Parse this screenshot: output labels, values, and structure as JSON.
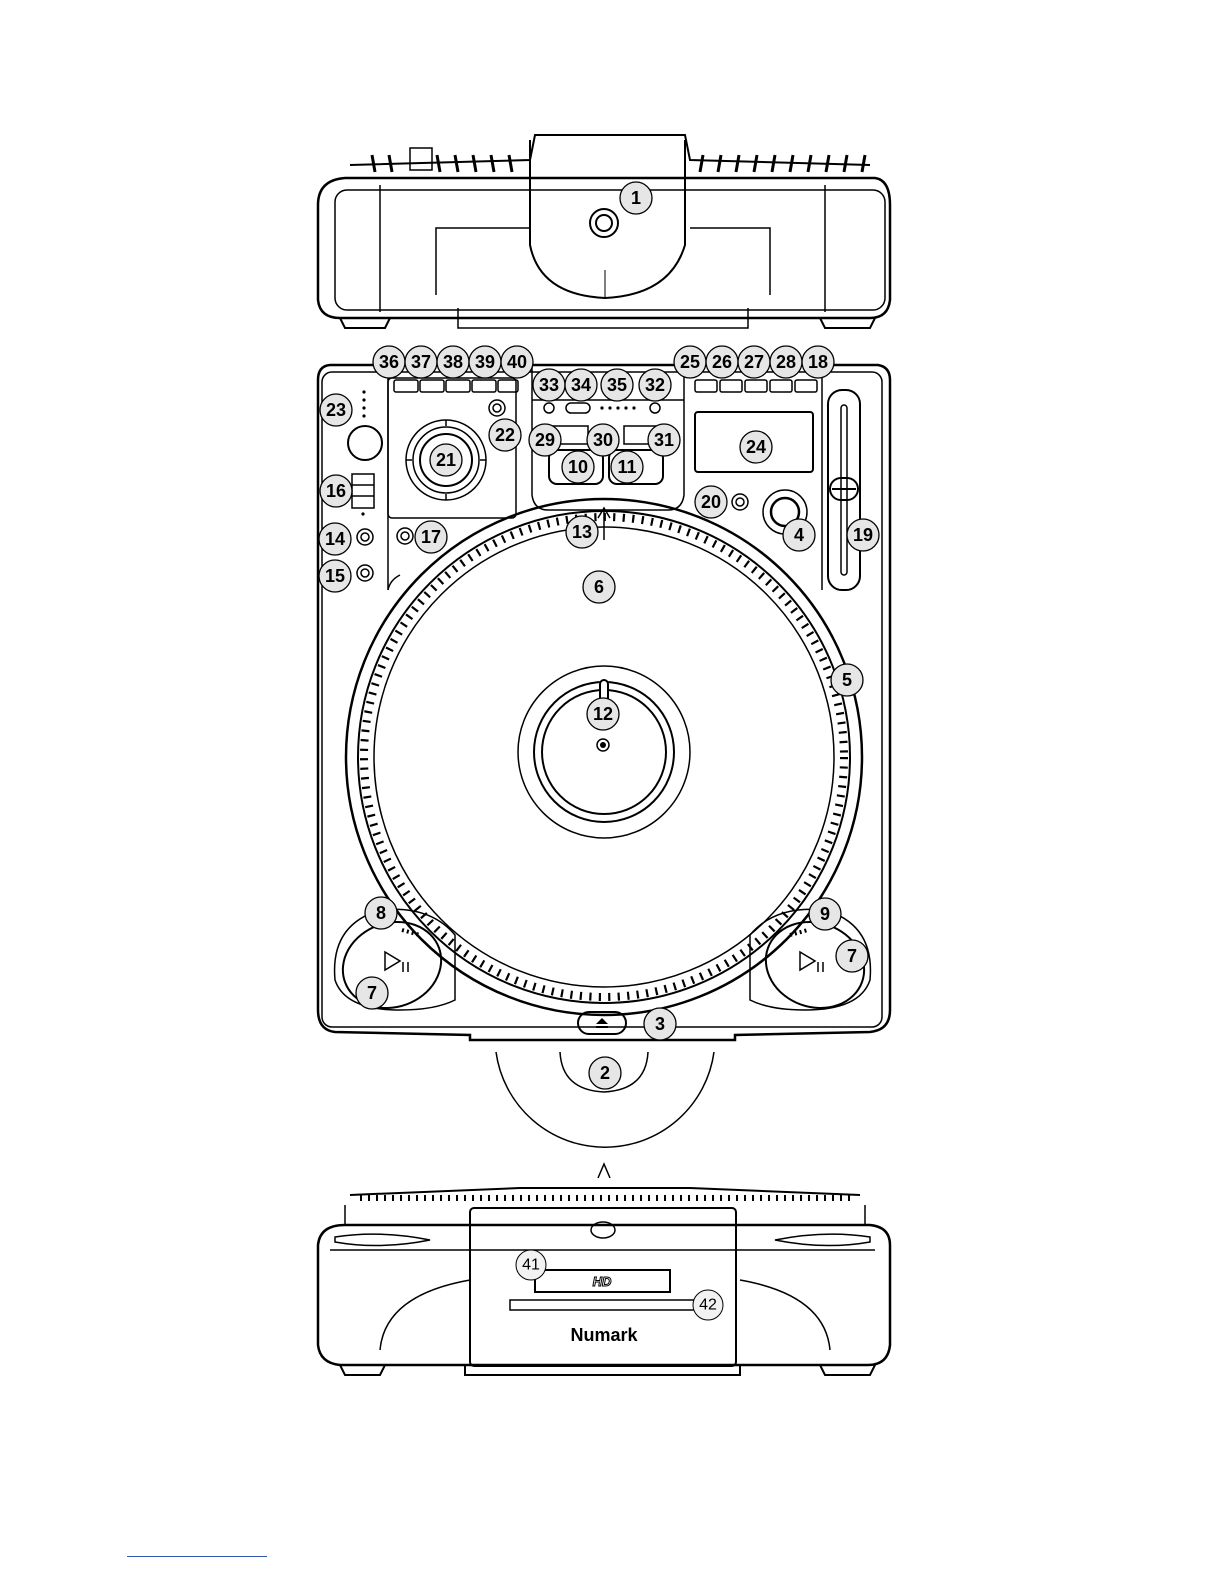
{
  "brand": "Numark",
  "hd_badge": "HD",
  "callouts": {
    "c1": "1",
    "c2": "2",
    "c3": "3",
    "c4": "4",
    "c5": "5",
    "c6": "6",
    "c7a": "7",
    "c7b": "7",
    "c8": "8",
    "c9": "9",
    "c10": "10",
    "c11": "11",
    "c12": "12",
    "c13": "13",
    "c14": "14",
    "c15": "15",
    "c16": "16",
    "c17": "17",
    "c18": "18",
    "c19": "19",
    "c20": "20",
    "c21": "21",
    "c22": "22",
    "c23": "23",
    "c24": "24",
    "c25": "25",
    "c26": "26",
    "c27": "27",
    "c28": "28",
    "c29": "29",
    "c30": "30",
    "c31": "31",
    "c32": "32",
    "c33": "33",
    "c34": "34",
    "c35": "35",
    "c36": "36",
    "c37": "37",
    "c38": "38",
    "c39": "39",
    "c40": "40",
    "c41": "41",
    "c42": "42"
  },
  "icons": {
    "play_pause": "play-pause-icon",
    "eject": "eject-icon"
  }
}
